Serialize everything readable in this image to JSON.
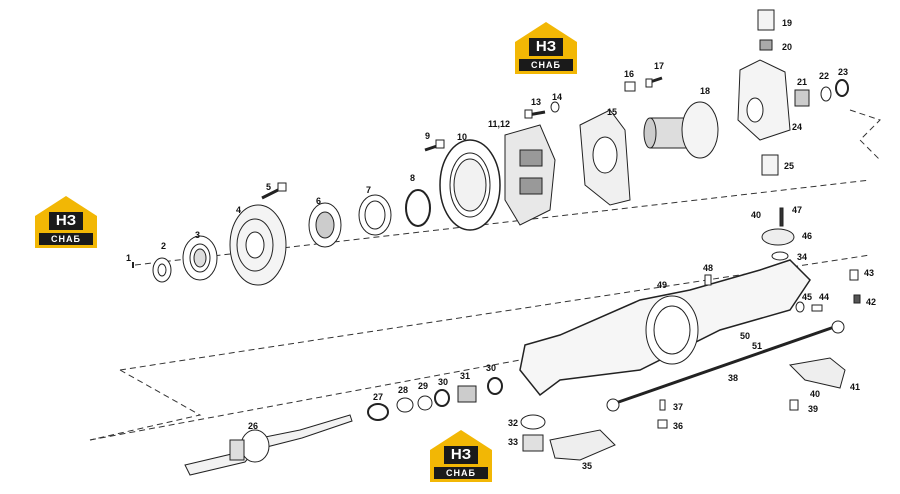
{
  "brand": {
    "short": "НЗ",
    "name": "СНАБ",
    "accent_color": "#f2b705",
    "dark_color": "#1a1a1a"
  },
  "callouts": {
    "c1": "1",
    "c2": "2",
    "c3": "3",
    "c4": "4",
    "c5": "5",
    "c6": "6",
    "c7": "7",
    "c8": "8",
    "c9": "9",
    "c10": "10",
    "c11_12": "11,12",
    "c13": "13",
    "c14": "14",
    "c15": "15",
    "c16": "16",
    "c17": "17",
    "c18": "18",
    "c19": "19",
    "c20": "20",
    "c21": "21",
    "c22": "22",
    "c23": "23",
    "c24": "24",
    "c25": "25",
    "c26": "26",
    "c27": "27",
    "c28": "28",
    "c29": "29",
    "c30a": "30",
    "c30b": "30",
    "c31": "31",
    "c32": "32",
    "c33": "33",
    "c34": "34",
    "c35": "35",
    "c36": "36",
    "c37": "37",
    "c38": "38",
    "c39": "39",
    "c40a": "40",
    "c40b": "40",
    "c41": "41",
    "c42": "42",
    "c43": "43",
    "c44": "44",
    "c45": "45",
    "c46": "46",
    "c47": "47",
    "c48": "48",
    "c49": "49",
    "c50": "50",
    "c51": "51"
  }
}
